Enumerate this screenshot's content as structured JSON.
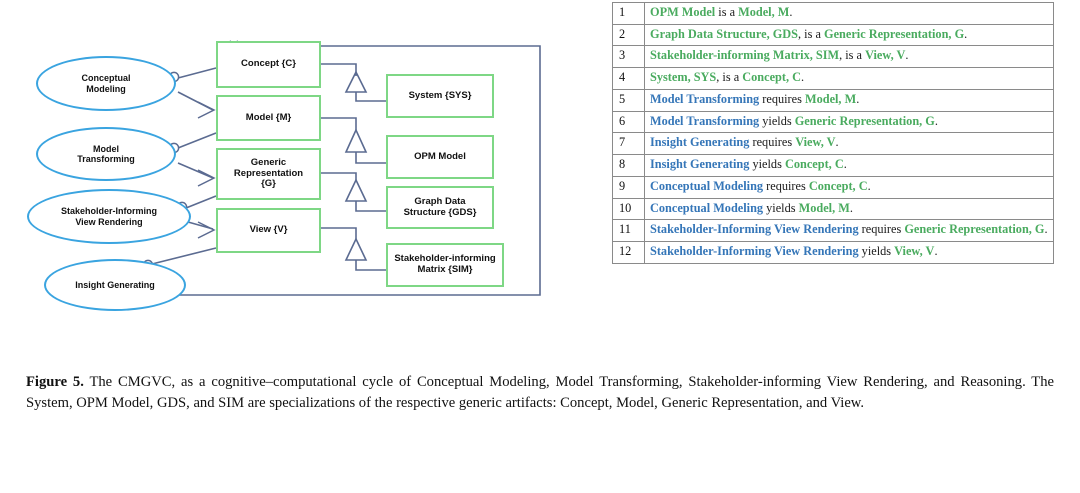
{
  "figure": {
    "caption_label": "Figure 5.",
    "caption_text": " The CMGVC, as a cognitive–computational cycle of Conceptual Modeling, Model Transforming, Stakeholder-informing View Rendering, and Reasoning. The System, OPM Model, GDS, and SIM are specializations of the respective generic artifacts: Concept, Model, Generic Representation, and View."
  },
  "diagram": {
    "processes": [
      {
        "label": "Conceptual\nModeling"
      },
      {
        "label": "Model\nTransforming"
      },
      {
        "label": "Stakeholder-Informing\nView Rendering"
      },
      {
        "label": "Insight Generating"
      }
    ],
    "generic_objects": [
      {
        "label": "Concept {C}"
      },
      {
        "label": "Model {M}"
      },
      {
        "label": "Generic\nRepresentation\n{G}"
      },
      {
        "label": "View {V}"
      }
    ],
    "specialized_objects": [
      {
        "label": "System {SYS}"
      },
      {
        "label": "OPM Model"
      },
      {
        "label": "Graph Data\nStructure {GDS}"
      },
      {
        "label": "Stakeholder-informing\nMatrix {SIM}"
      }
    ],
    "colors": {
      "object_border": "#7ed785",
      "process_border": "#3aa4e0",
      "link": "#5b6b91"
    }
  },
  "table": {
    "rows": [
      {
        "num": "1",
        "parts": [
          {
            "t": "OPM Model",
            "c": "g"
          },
          {
            "t": " is a ",
            "c": "k"
          },
          {
            "t": "Model, M",
            "c": "g"
          },
          {
            "t": ".",
            "c": "k"
          }
        ]
      },
      {
        "num": "2",
        "parts": [
          {
            "t": "Graph Data Structure, GDS",
            "c": "g"
          },
          {
            "t": ", is a ",
            "c": "k"
          },
          {
            "t": "Generic Representation, G",
            "c": "g"
          },
          {
            "t": ".",
            "c": "k"
          }
        ]
      },
      {
        "num": "3",
        "parts": [
          {
            "t": "Stakeholder-informing Matrix, SIM",
            "c": "g"
          },
          {
            "t": ", is a ",
            "c": "k"
          },
          {
            "t": "View, V",
            "c": "g"
          },
          {
            "t": ".",
            "c": "k"
          }
        ]
      },
      {
        "num": "4",
        "parts": [
          {
            "t": "System, SYS",
            "c": "g"
          },
          {
            "t": ", is a ",
            "c": "k"
          },
          {
            "t": "Concept, C",
            "c": "g"
          },
          {
            "t": ".",
            "c": "k"
          }
        ]
      },
      {
        "num": "5",
        "parts": [
          {
            "t": "Model Transforming",
            "c": "b"
          },
          {
            "t": " requires ",
            "c": "k"
          },
          {
            "t": "Model, M",
            "c": "g"
          },
          {
            "t": ".",
            "c": "k"
          }
        ]
      },
      {
        "num": "6",
        "parts": [
          {
            "t": "Model Transforming",
            "c": "b"
          },
          {
            "t": " yields ",
            "c": "k"
          },
          {
            "t": "Generic Representation, G",
            "c": "g"
          },
          {
            "t": ".",
            "c": "k"
          }
        ]
      },
      {
        "num": "7",
        "parts": [
          {
            "t": "Insight Generating",
            "c": "b"
          },
          {
            "t": " requires ",
            "c": "k"
          },
          {
            "t": "View, V",
            "c": "g"
          },
          {
            "t": ".",
            "c": "k"
          }
        ]
      },
      {
        "num": "8",
        "parts": [
          {
            "t": "Insight Generating",
            "c": "b"
          },
          {
            "t": " yields ",
            "c": "k"
          },
          {
            "t": "Concept, C",
            "c": "g"
          },
          {
            "t": ".",
            "c": "k"
          }
        ]
      },
      {
        "num": "9",
        "parts": [
          {
            "t": "Conceptual Modeling",
            "c": "b"
          },
          {
            "t": " requires ",
            "c": "k"
          },
          {
            "t": "Concept, C",
            "c": "g"
          },
          {
            "t": ".",
            "c": "k"
          }
        ]
      },
      {
        "num": "10",
        "parts": [
          {
            "t": "Conceptual Modeling",
            "c": "b"
          },
          {
            "t": " yields ",
            "c": "k"
          },
          {
            "t": "Model, M",
            "c": "g"
          },
          {
            "t": ".",
            "c": "k"
          }
        ]
      },
      {
        "num": "11",
        "parts": [
          {
            "t": "Stakeholder-Informing View Rendering",
            "c": "b"
          },
          {
            "t": " requires ",
            "c": "k"
          },
          {
            "t": "Generic Representation, G",
            "c": "g"
          },
          {
            "t": ".",
            "c": "k"
          }
        ]
      },
      {
        "num": "12",
        "parts": [
          {
            "t": "Stakeholder-Informing View Rendering",
            "c": "b"
          },
          {
            "t": " yields ",
            "c": "k"
          },
          {
            "t": "View, V",
            "c": "g"
          },
          {
            "t": ".",
            "c": "k"
          }
        ]
      }
    ]
  }
}
